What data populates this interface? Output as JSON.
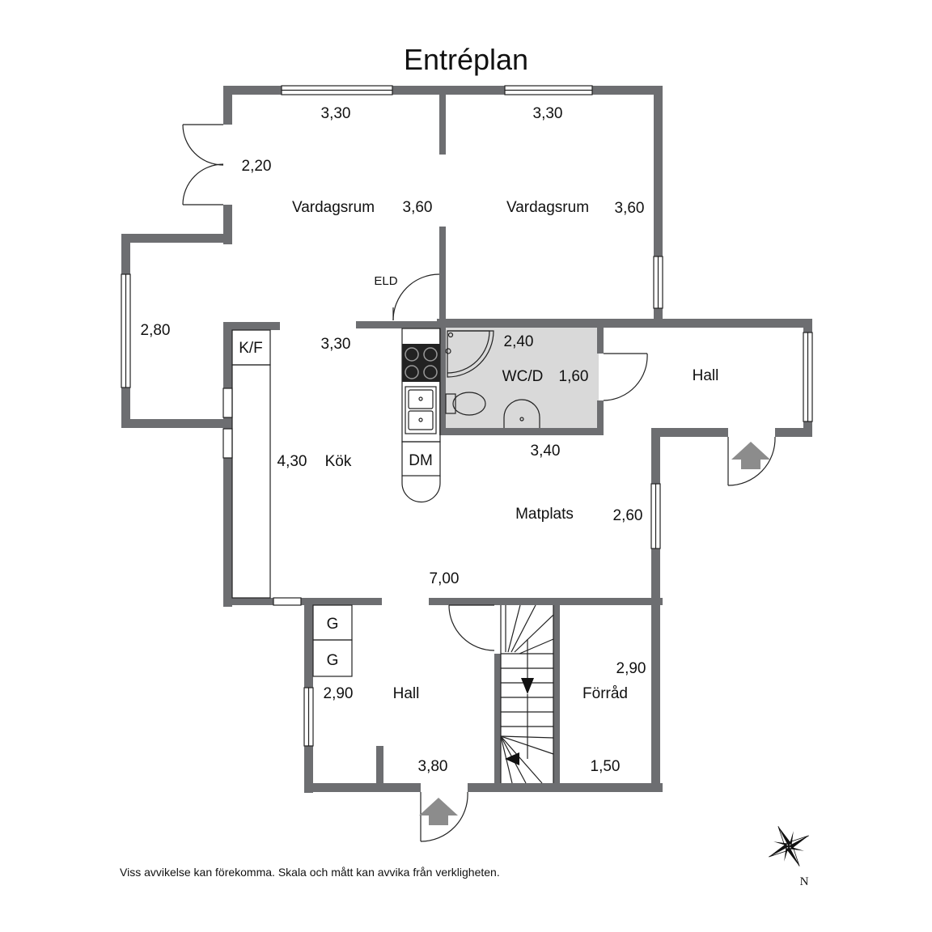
{
  "title": "Entréplan",
  "colors": {
    "wall": "#6d6e71",
    "wc_floor": "#d9d9d9",
    "text": "#111111",
    "arrow": "#8c8c8c"
  },
  "rooms": {
    "vardagsrum_left": "Vardagsrum",
    "vardagsrum_right": "Vardagsrum",
    "kok": "Kök",
    "wc": "WC/D",
    "hall_right": "Hall",
    "matplats": "Matplats",
    "hall_bottom": "Hall",
    "forrad": "Förråd"
  },
  "fixtures": {
    "kf": "K/F",
    "dm": "DM",
    "eld": "ELD",
    "g1": "G",
    "g2": "G"
  },
  "dimensions": {
    "d1": "3,30",
    "d2": "3,30",
    "d3": "2,20",
    "d4": "3,60",
    "d5": "3,60",
    "d6": "2,80",
    "d7": "3,30",
    "d8": "2,40",
    "d9": "1,60",
    "d10": "4,30",
    "d11": "3,40",
    "d12": "2,60",
    "d13": "7,00",
    "d14": "2,90",
    "d15": "2,90",
    "d16": "3,80",
    "d17": "1,50"
  },
  "disclaimer": "Viss avvikelse kan förekomma. Skala och mått kan avvika från verkligheten.",
  "compass_label": "N"
}
